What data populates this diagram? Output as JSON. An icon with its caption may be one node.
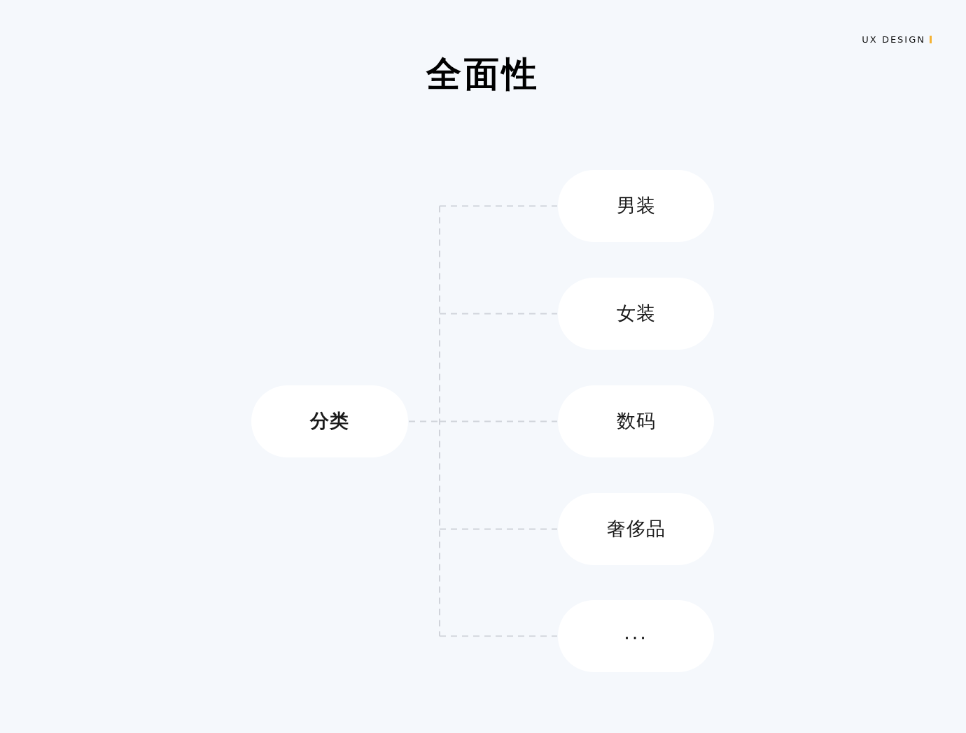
{
  "diagram": {
    "title": "全面性",
    "nodes": [
      {
        "text": [
          "分类"
        ]
      },
      {
        "text": [
          "男装"
        ]
      },
      {
        "text": [
          "女装"
        ]
      },
      {
        "text": [
          "数码"
        ]
      },
      {
        "text": [
          "奢侈品"
        ]
      },
      {
        "text": [
          "..."
        ]
      }
    ],
    "edges": [
      {
        "from": 0,
        "to": 1,
        "arrow": "none",
        "style": "dashed"
      },
      {
        "from": 0,
        "to": 2,
        "arrow": "none",
        "style": "dashed"
      },
      {
        "from": 0,
        "to": 3,
        "arrow": "none",
        "style": "dashed"
      },
      {
        "from": 0,
        "to": 4,
        "arrow": "none",
        "style": "dashed"
      },
      {
        "from": 0,
        "to": 5,
        "arrow": "none",
        "style": "dashed"
      }
    ],
    "labels": [
      "UX DESIGN"
    ]
  }
}
